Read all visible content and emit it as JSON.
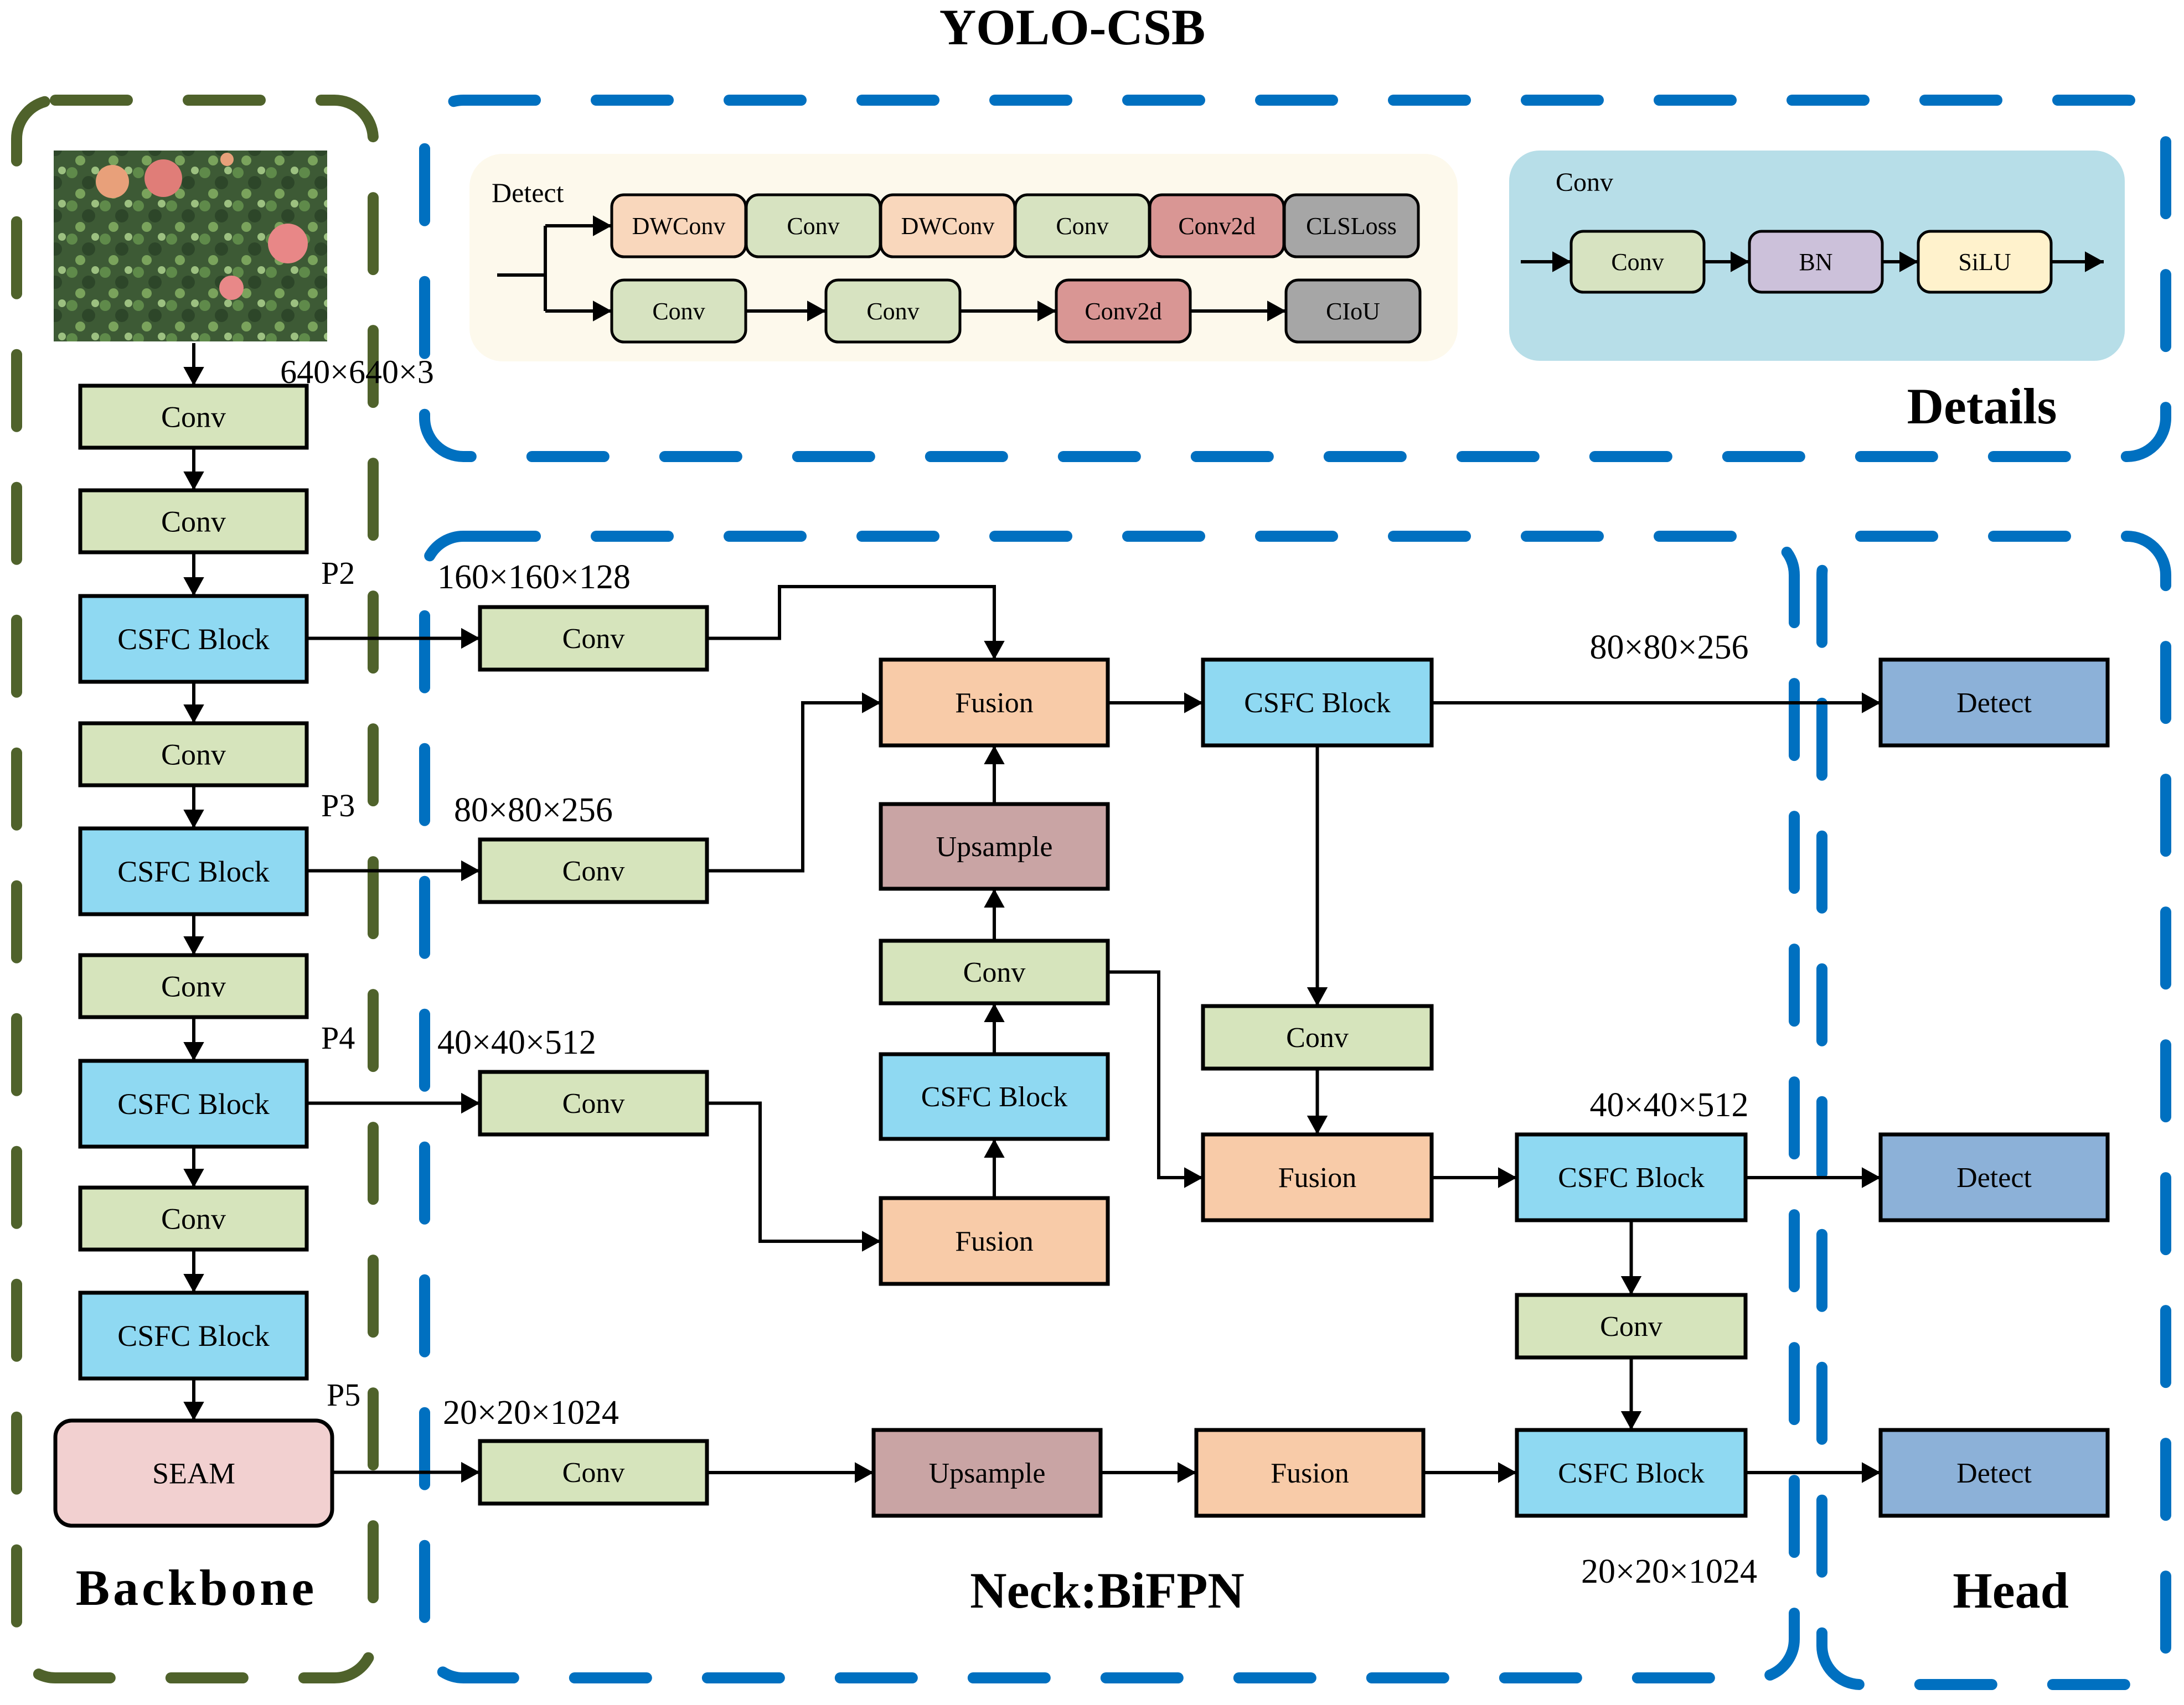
{
  "title": "YOLO-CSB",
  "colors": {
    "backbone_border": "#4f622b",
    "blue_border": "#0070c0",
    "conv": "#d6e4bc",
    "csfc": "#8fd9f2",
    "fusion": "#f8cba8",
    "upsample": "#c9a4a4",
    "detect": "#8cb1d8",
    "seam": "#f2d0d0",
    "detail_panel": "#fdf9ec",
    "conv_panel": "#b7dee8",
    "dwconv": "#f9d7bc",
    "detail_conv": "#d7e3c1",
    "conv2d": "#d99694",
    "gray": "#a6a6a6",
    "bn": "#ccc1da",
    "silu": "#fff2cc"
  },
  "sections": {
    "backbone": "Backbone",
    "neck": "Neck:BiFPN",
    "head": "Head",
    "details": "Details"
  },
  "backbone": {
    "input_image_alt": "apple orchard input image",
    "input_size": "640×640×3",
    "blocks": [
      {
        "label": "Conv",
        "type": "conv"
      },
      {
        "label": "Conv",
        "type": "conv"
      },
      {
        "label": "CSFC Block",
        "type": "csfc",
        "tap": "P2"
      },
      {
        "label": "Conv",
        "type": "conv"
      },
      {
        "label": "CSFC Block",
        "type": "csfc",
        "tap": "P3"
      },
      {
        "label": "Conv",
        "type": "conv"
      },
      {
        "label": "CSFC Block",
        "type": "csfc",
        "tap": "P4"
      },
      {
        "label": "Conv",
        "type": "conv"
      },
      {
        "label": "CSFC Block",
        "type": "csfc"
      },
      {
        "label": "SEAM",
        "type": "seam",
        "tap": "P5"
      }
    ]
  },
  "neck": {
    "sizes": {
      "p2": "160×160×128",
      "p3": "80×80×256",
      "p4": "40×40×512",
      "p5": "20×20×1024",
      "out1": "80×80×256",
      "out2": "40×40×512",
      "out3": "20×20×1024"
    },
    "nodes": {
      "conv_p2": "Conv",
      "conv_p3": "Conv",
      "conv_p4": "Conv",
      "conv_p5": "Conv",
      "fusion_top": "Fusion",
      "upsample_mid": "Upsample",
      "conv_mid": "Conv",
      "csfc_mid": "CSFC Block",
      "fusion_low": "Fusion",
      "csfc_out1": "CSFC Block",
      "conv_right": "Conv",
      "fusion_right": "Fusion",
      "csfc_out2": "CSFC Block",
      "conv_bottom": "Conv",
      "upsample_bottom": "Upsample",
      "fusion_bottom": "Fusion",
      "csfc_out3": "CSFC Block"
    }
  },
  "head": {
    "detect": [
      "Detect",
      "Detect",
      "Detect"
    ]
  },
  "details": {
    "detect_panel": {
      "title": "Detect",
      "row1": [
        "DWConv",
        "Conv",
        "DWConv",
        "Conv",
        "Conv2d",
        "CLSLoss"
      ],
      "row2": [
        "Conv",
        "Conv",
        "Conv2d",
        "CIoU"
      ]
    },
    "conv_panel": {
      "title": "Conv",
      "chain": [
        "Conv",
        "BN",
        "SiLU"
      ]
    }
  }
}
